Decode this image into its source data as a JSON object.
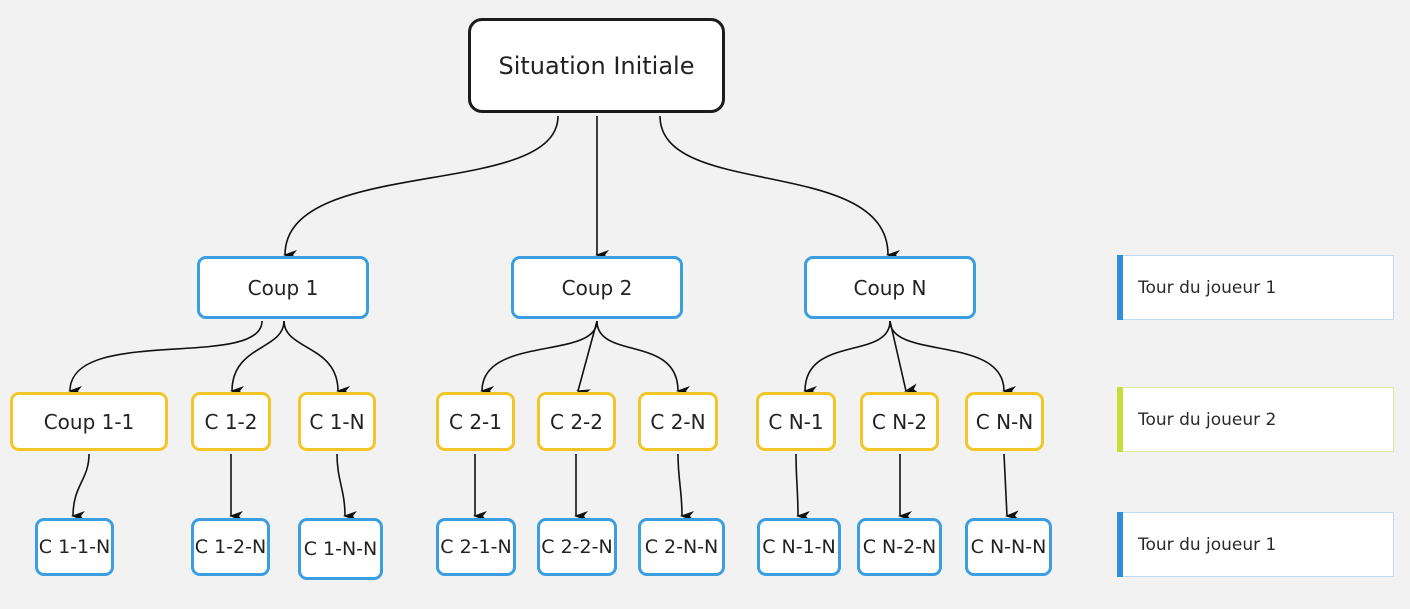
{
  "diagram": {
    "root": {
      "label": "Situation Initiale"
    },
    "level1": [
      {
        "label": "Coup 1"
      },
      {
        "label": "Coup 2"
      },
      {
        "label": "Coup N"
      }
    ],
    "level2": [
      {
        "label": "Coup 1-1"
      },
      {
        "label": "C 1-2"
      },
      {
        "label": "C 1-N"
      },
      {
        "label": "C 2-1"
      },
      {
        "label": "C 2-2"
      },
      {
        "label": "C 2-N"
      },
      {
        "label": "C N-1"
      },
      {
        "label": "C N-2"
      },
      {
        "label": "C N-N"
      }
    ],
    "level3": [
      {
        "label": "C 1-1-N"
      },
      {
        "label": "C 1-2-N"
      },
      {
        "label": "C 1-N-N"
      },
      {
        "label": "C 2-1-N"
      },
      {
        "label": "C 2-2-N"
      },
      {
        "label": "C 2-N-N"
      },
      {
        "label": "C N-1-N"
      },
      {
        "label": "C N-2-N"
      },
      {
        "label": "C N-N-N"
      }
    ]
  },
  "legend": [
    {
      "label": "Tour du joueur 1",
      "color": "#2f8fdc"
    },
    {
      "label": "Tour du joueur 2",
      "color": "#c8dc3c"
    },
    {
      "label": "Tour du joueur 1",
      "color": "#2f8fdc"
    }
  ],
  "colors": {
    "root_border": "#1c1c1c",
    "player1_border": "#3a9ee0",
    "player2_border": "#f2c629",
    "edge": "#111111",
    "background": "#f2f2f2"
  }
}
